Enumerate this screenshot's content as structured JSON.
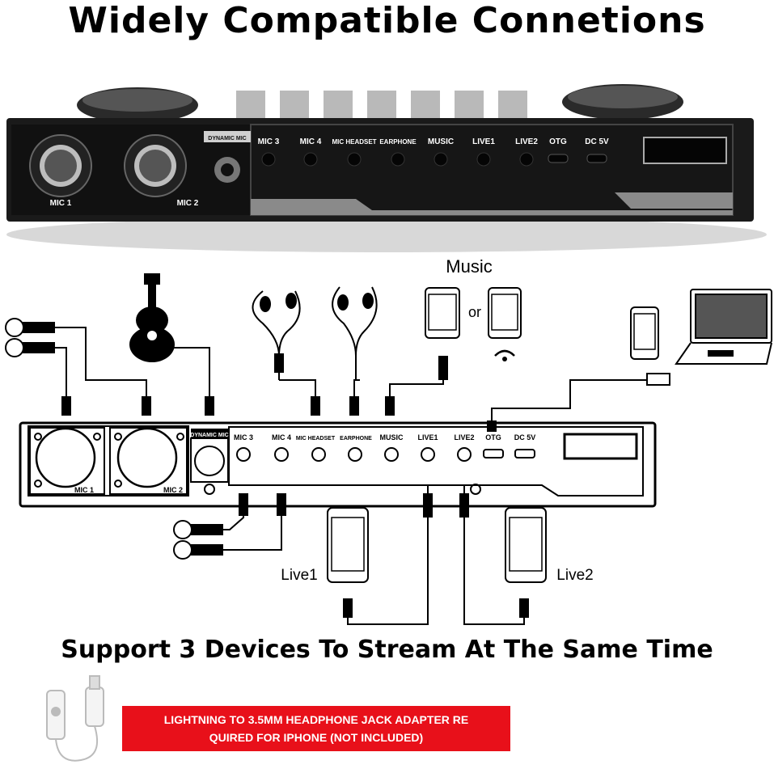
{
  "title": "Widely Compatible Connetions",
  "subtitle": "Support 3 Devices To Stream At The Same Time",
  "device_labels": {
    "dynamic_mic": "DYNAMIC MIC",
    "mic1": "MIC 1",
    "mic2": "MIC 2",
    "mic3": "MIC 3",
    "mic4": "MIC 4",
    "mic_headset": "MIC HEADSET",
    "earphone": "EARPHONE",
    "music": "MUSIC",
    "live1": "LIVE1",
    "live2": "LIVE2",
    "otg": "OTG",
    "dc5v": "DC 5V"
  },
  "diagram_labels": {
    "music": "Music",
    "or": "or",
    "live1": "Live1",
    "live2": "Live2"
  },
  "banner": {
    "line1": "LIGHTNING TO 3.5MM HEADPHONE JACK ADAPTER RE",
    "line2": "QUIRED FOR IPHONE (NOT INCLUDED)"
  }
}
